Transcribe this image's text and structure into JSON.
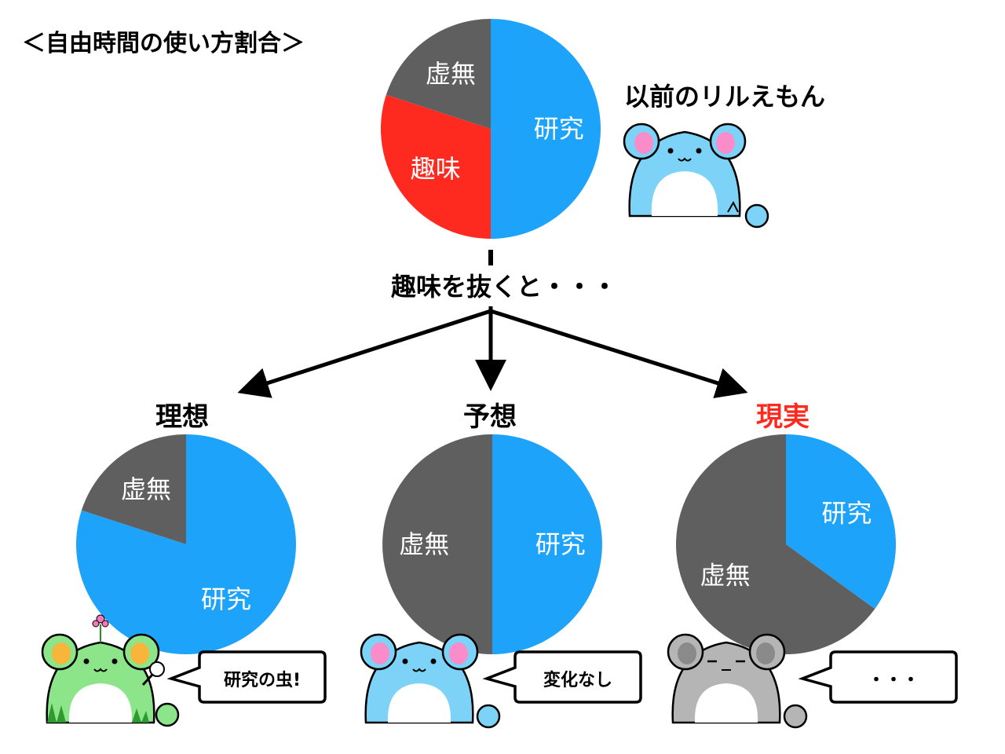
{
  "title": "＜自由時間の使い方割合＞",
  "before_label": "以前のリルえもん",
  "transition_label": "趣味を抜くと・・・",
  "scenarios": [
    {
      "label": "理想",
      "label_color": "#000000",
      "bubble": "研究の虫!"
    },
    {
      "label": "予想",
      "label_color": "#000000",
      "bubble": "変化なし"
    },
    {
      "label": "現実",
      "label_color": "#ff2a1f",
      "bubble": "・・・"
    }
  ],
  "chart_data": [
    {
      "type": "pie",
      "name": "before",
      "slices": [
        {
          "label": "研究",
          "value": 50,
          "color": "#1ea3fa"
        },
        {
          "label": "趣味",
          "value": 30,
          "color": "#ff2a1f"
        },
        {
          "label": "虚無",
          "value": 20,
          "color": "#5f5f5f"
        }
      ]
    },
    {
      "type": "pie",
      "name": "ideal",
      "slices": [
        {
          "label": "研究",
          "value": 80,
          "color": "#1ea3fa"
        },
        {
          "label": "虚無",
          "value": 20,
          "color": "#5f5f5f"
        }
      ]
    },
    {
      "type": "pie",
      "name": "expected",
      "slices": [
        {
          "label": "研究",
          "value": 50,
          "color": "#1ea3fa"
        },
        {
          "label": "虚無",
          "value": 50,
          "color": "#5f5f5f"
        }
      ]
    },
    {
      "type": "pie",
      "name": "reality",
      "slices": [
        {
          "label": "研究",
          "value": 35,
          "color": "#1ea3fa"
        },
        {
          "label": "虚無",
          "value": 65,
          "color": "#5f5f5f"
        }
      ]
    }
  ],
  "colors": {
    "mouse_blue": "#7dd3f7",
    "mouse_green": "#8de58a",
    "mouse_gray": "#b5b5b5",
    "ear_pink": "#f98cc9",
    "ear_orange": "#f7b63a",
    "ear_gray": "#8a8a8a"
  },
  "icons": [
    "blue-mouse-character",
    "green-frog-mouse-character",
    "gray-mouse-character",
    "magnifier-icon",
    "flower-icon",
    "grass-icon"
  ]
}
